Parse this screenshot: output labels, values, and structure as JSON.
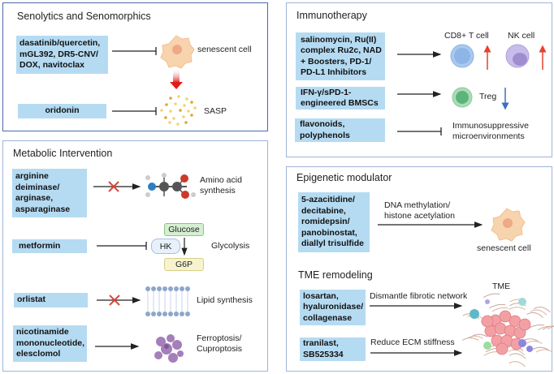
{
  "senolytics": {
    "title": "Senolytics and Senomorphics",
    "drugs": [
      "dasatinib/quercetin, mGL392, DR5-CNV/ DOX, navitoclax",
      "oridonin"
    ],
    "targets": [
      "senescent cell",
      "SASP"
    ]
  },
  "metabolic": {
    "title": "Metabolic Intervention",
    "drugs": [
      "arginine deiminase/ arginase, asparaginase",
      "metformin",
      "orlistat",
      "nicotinamide mononucleotide, elesclomol"
    ],
    "targets": [
      "Amino acid synthesis",
      "Glycolysis",
      "Lipid synthesis",
      "Ferroptosis/ Cuproptosis"
    ],
    "glycolysis_nodes": {
      "glucose": "Glucose",
      "hk": "HK",
      "g6p": "G6P"
    }
  },
  "immunotherapy": {
    "title": "Immunotherapy",
    "drugs": [
      "salinomycin, Ru(II) complex Ru2c, NAD + Boosters, PD-1/ PD-L1 Inhibitors",
      "IFN-γ/sPD-1-engineered BMSCs",
      "flavonoids, polyphenols"
    ],
    "cells": [
      "CD8+ T cell",
      "NK cell",
      "Treg"
    ],
    "target": "Immunosuppressive microenvironments"
  },
  "epigenetic": {
    "title": "Epigenetic modulator",
    "drug": "5-azacitidine/ decitabine, romidepsin/ panobinostat, diallyl trisulfide",
    "mechanism": "DNA methylation/ histone acetylation",
    "target": "senescent cell"
  },
  "tme": {
    "title": "TME remodeling",
    "label": "TME",
    "drugs": [
      "losartan, hyaluronidase/ collagenase",
      "tranilast, SB525334"
    ],
    "mechanisms": [
      "Dismantle fibrotic network",
      "Reduce ECM stiffness"
    ]
  },
  "colors": {
    "drug_box": "#b5dbf2",
    "increase": "#e8412c",
    "decrease": "#3a6fc4",
    "inhibit_arrow": "#e21b1b"
  }
}
